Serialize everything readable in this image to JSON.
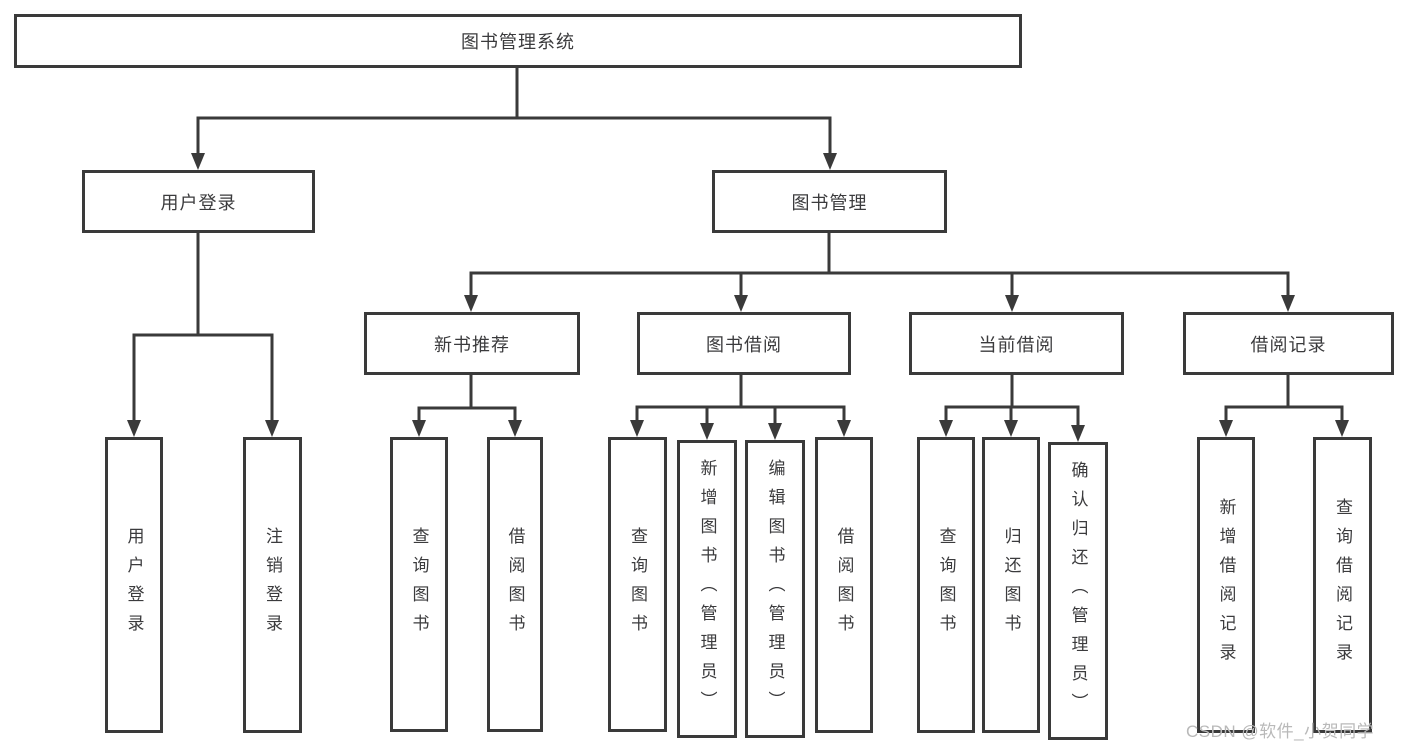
{
  "tree": {
    "root": "图书管理系统",
    "branches": [
      {
        "label": "用户登录",
        "leaves": [
          "用户登录",
          "注销登录"
        ]
      },
      {
        "label": "图书管理",
        "groups": [
          {
            "label": "新书推荐",
            "leaves": [
              "查询图书",
              "借阅图书"
            ]
          },
          {
            "label": "图书借阅",
            "leaves": [
              "查询图书",
              "新增图书（管理员）",
              "编辑图书（管理员）",
              "借阅图书"
            ]
          },
          {
            "label": "当前借阅",
            "leaves": [
              "查询图书",
              "归还图书",
              "确认归还（管理员）"
            ]
          },
          {
            "label": "借阅记录",
            "leaves": [
              "新增借阅记录",
              "查询借阅记录"
            ]
          }
        ]
      }
    ]
  },
  "watermark": "CSDN @软件_小贺同学",
  "colors": {
    "line": "#3a3a3a",
    "text": "#3b3b3d",
    "background": "#ffffff",
    "watermark": "#b9b9b9"
  }
}
